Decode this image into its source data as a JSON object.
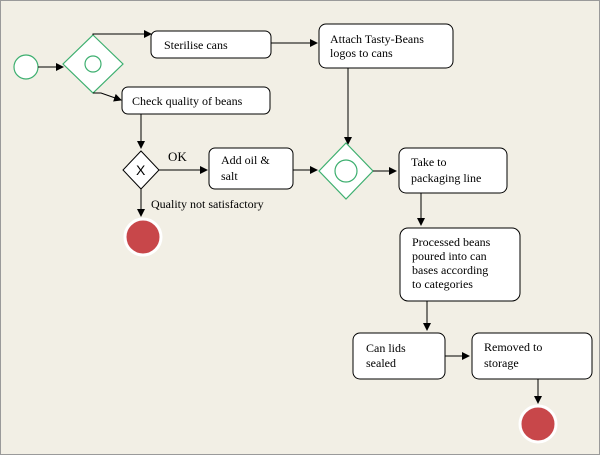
{
  "colors": {
    "background": "#f2efe5",
    "gateway_stroke": "#3daf6f",
    "start_event_stroke": "#3daf6f",
    "end_event_fill": "#c8474a"
  },
  "tasks": {
    "sterilise": "Sterilise cans",
    "attach_1": "Attach Tasty-Beans",
    "attach_2": "logos to cans",
    "check": "Check quality of beans",
    "oil_1": "Add oil &",
    "oil_2": "salt",
    "take_1": "Take to",
    "take_2": "packaging line",
    "pour_1": "Processed beans",
    "pour_2": "poured into can",
    "pour_3": "bases according",
    "pour_4": "to categories",
    "lids_1": "Can lids",
    "lids_2": "sealed",
    "storage_1": "Removed to",
    "storage_2": "storage"
  },
  "gateway_x_symbol": "X",
  "labels": {
    "ok": "OK",
    "not_satisfactory": "Quality not satisfactory"
  }
}
